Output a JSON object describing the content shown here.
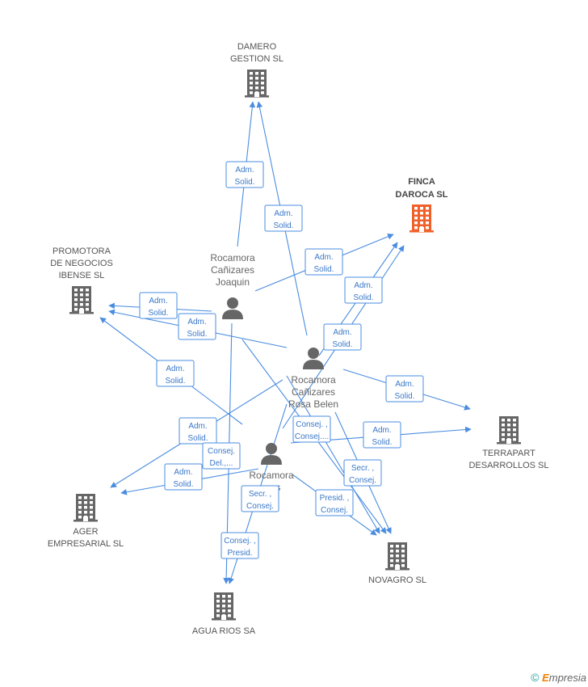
{
  "colors": {
    "edge": "#4a8de0",
    "company": "#666666",
    "highlight": "#f0602a",
    "person": "#666666"
  },
  "companies": [
    {
      "id": "damero",
      "lines": [
        "DAMERO",
        "GESTION  SL"
      ],
      "highlight": false
    },
    {
      "id": "finca",
      "lines": [
        "FINCA",
        "DAROCA SL"
      ],
      "highlight": true
    },
    {
      "id": "promotora",
      "lines": [
        "PROMOTORA",
        "DE NEGOCIOS",
        "IBENSE  SL"
      ],
      "highlight": false
    },
    {
      "id": "terrapart",
      "lines": [
        "TERRAPART",
        "DESARROLLOS SL"
      ],
      "highlight": false
    },
    {
      "id": "ager",
      "lines": [
        "AGER",
        "EMPRESARIAL SL"
      ],
      "highlight": false
    },
    {
      "id": "novagro",
      "lines": [
        "NOVAGRO SL"
      ],
      "highlight": false
    },
    {
      "id": "agua",
      "lines": [
        "AGUA RIOS SA"
      ],
      "highlight": false
    }
  ],
  "persons": [
    {
      "id": "joaquin",
      "lines": [
        "Rocamora",
        "Cañizares",
        "Joaquin"
      ]
    },
    {
      "id": "rosa",
      "lines": [
        "Rocamora",
        "Cañizares",
        "Rosa Belen"
      ]
    },
    {
      "id": "third",
      "lines": [
        "Rocamora",
        "...es",
        "..."
      ]
    }
  ],
  "edge_labels": [
    {
      "id": "l1",
      "lines": [
        "Adm.",
        "Solid."
      ]
    },
    {
      "id": "l2",
      "lines": [
        "Adm.",
        "Solid."
      ]
    },
    {
      "id": "l3",
      "lines": [
        "Adm.",
        "Solid."
      ]
    },
    {
      "id": "l4",
      "lines": [
        "Adm.",
        "Solid."
      ]
    },
    {
      "id": "l5",
      "lines": [
        "Adm.",
        "Solid."
      ]
    },
    {
      "id": "l6",
      "lines": [
        "Adm.",
        "Solid."
      ]
    },
    {
      "id": "l7",
      "lines": [
        "Adm.",
        "Solid."
      ]
    },
    {
      "id": "l8",
      "lines": [
        "Adm.",
        "Solid."
      ]
    },
    {
      "id": "l9",
      "lines": [
        "Adm.",
        "Solid."
      ]
    },
    {
      "id": "l10",
      "lines": [
        "Adm.",
        "Solid."
      ]
    },
    {
      "id": "l11",
      "lines": [
        "Adm.",
        "Solid."
      ]
    },
    {
      "id": "l12",
      "lines": [
        "Adm.",
        "Solid."
      ]
    },
    {
      "id": "l13",
      "lines": [
        "Consej. ,",
        "Consej...."
      ]
    },
    {
      "id": "l14",
      "lines": [
        "Consej.",
        "Del.,..."
      ]
    },
    {
      "id": "l15",
      "lines": [
        "Secr. ,",
        "Consej."
      ]
    },
    {
      "id": "l16",
      "lines": [
        "Secr. ,",
        "Consej."
      ]
    },
    {
      "id": "l17",
      "lines": [
        "Presid. ,",
        "Consej."
      ]
    },
    {
      "id": "l18",
      "lines": [
        "Consej. ,",
        "Presid."
      ]
    }
  ],
  "watermark": {
    "copyright": "©",
    "brand_initial": "E",
    "brand_rest": "mpresia"
  }
}
